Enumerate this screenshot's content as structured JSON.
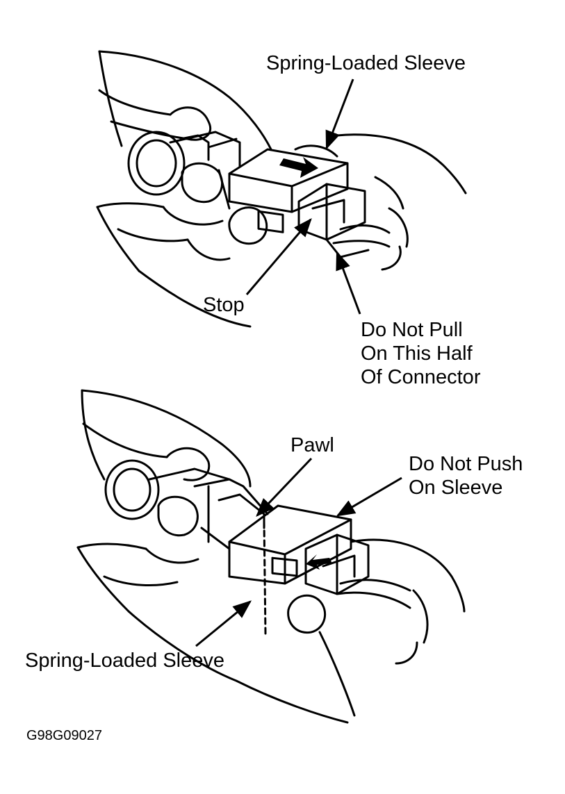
{
  "figure_top": {
    "spring_loaded_sleeve": "Spring-Loaded Sleeve",
    "stop": "Stop",
    "do_not_pull": [
      "Do Not Pull",
      "On This Half",
      "Of Connector"
    ]
  },
  "figure_bottom": {
    "pawl": "Pawl",
    "do_not_push": [
      "Do Not Push",
      "On Sleeve"
    ],
    "spring_loaded_sleeve": "Spring-Loaded Sleeve"
  },
  "figure_code": "G98G09027",
  "colors": {
    "ink": "#000000",
    "paper": "#ffffff"
  }
}
